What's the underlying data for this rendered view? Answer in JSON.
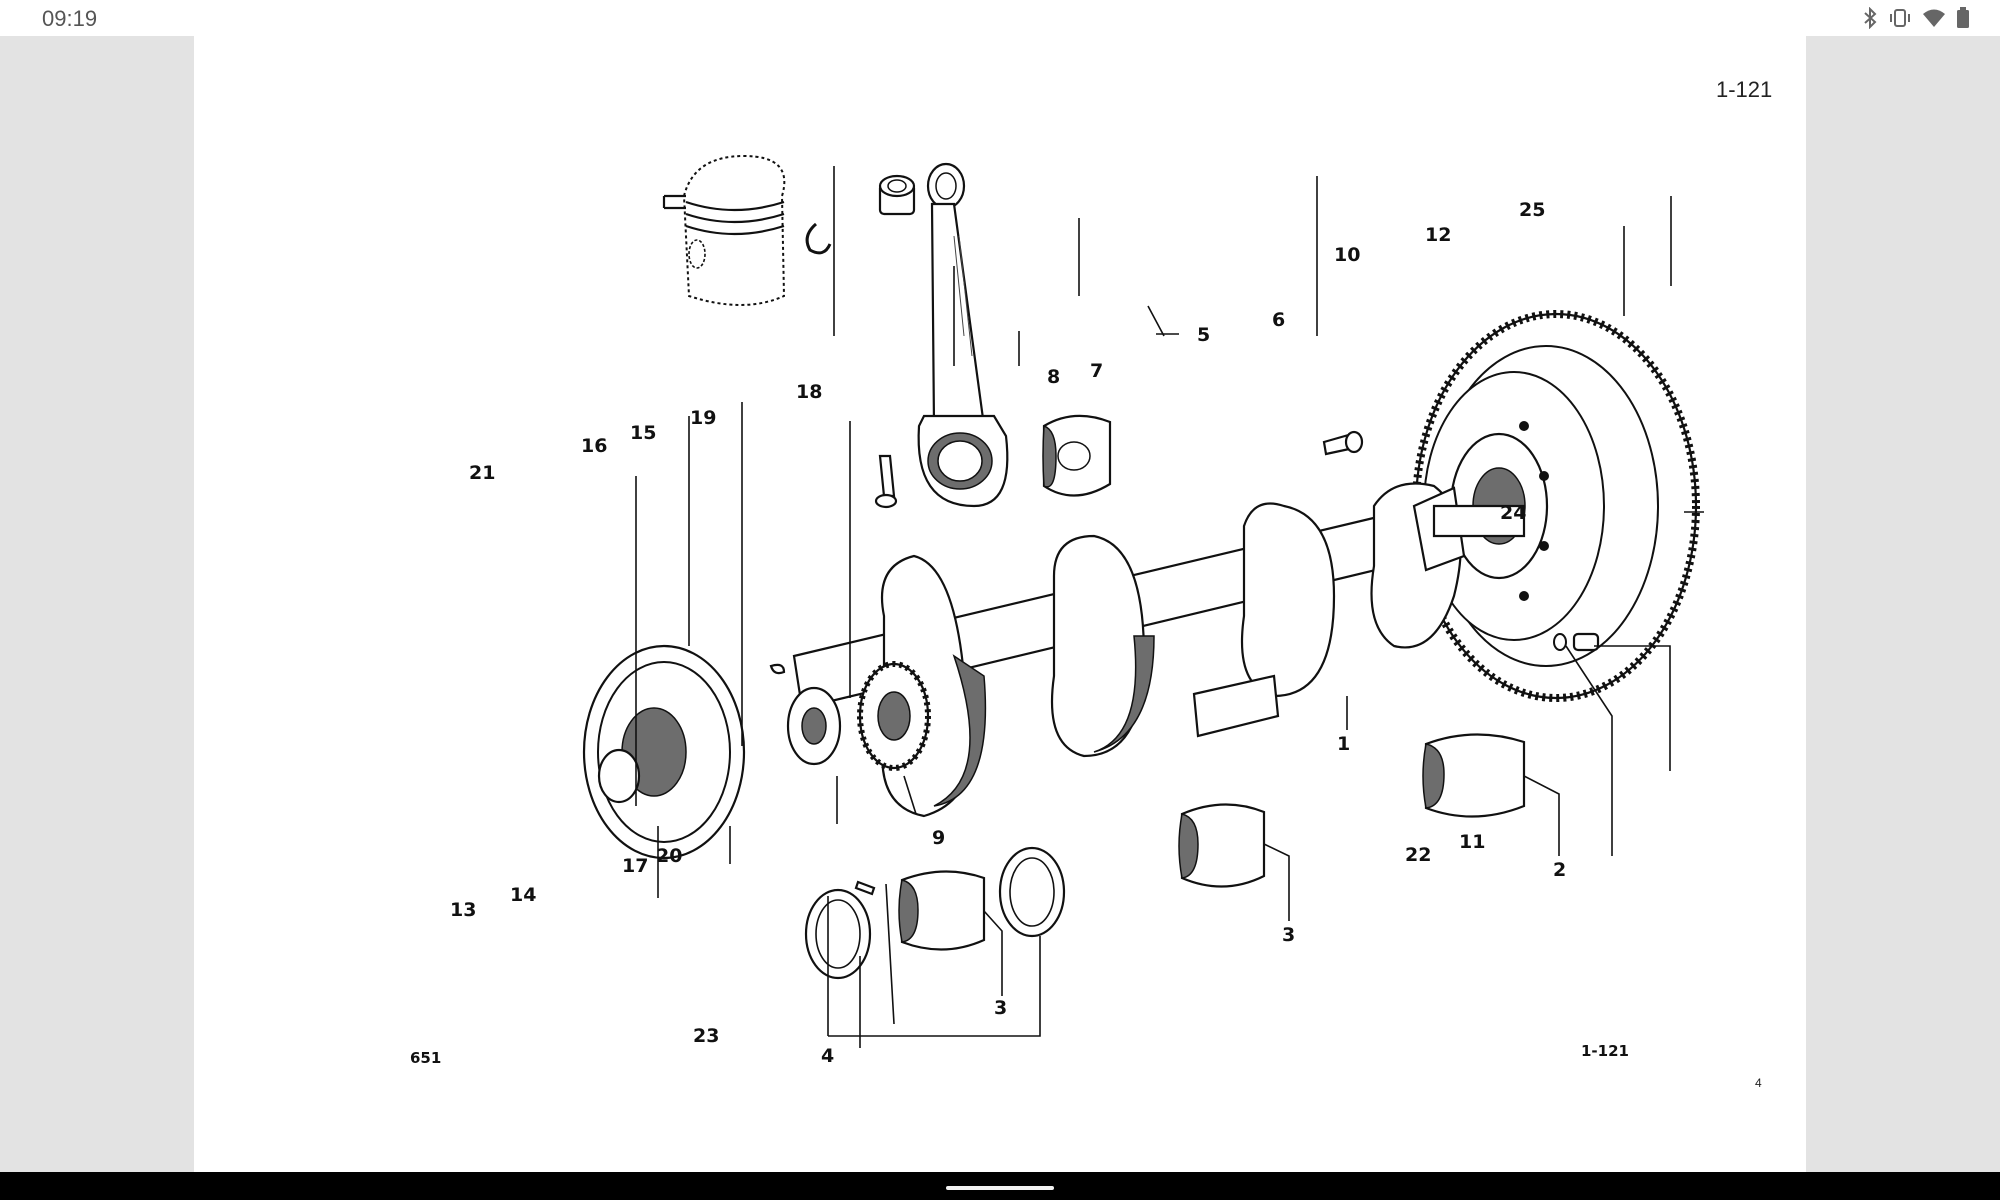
{
  "status_bar": {
    "time": "09:19",
    "icons": [
      "bluetooth-icon",
      "vibrate-icon",
      "wifi-icon",
      "battery-icon"
    ]
  },
  "document": {
    "page_label_top": "1-121",
    "figure_number": "651",
    "figure_label": "1-121",
    "small_mark": "4"
  },
  "callouts": {
    "c1": "1",
    "c2": "2",
    "c3a": "3",
    "c3b": "3",
    "c4": "4",
    "c5": "5",
    "c6": "6",
    "c7": "7",
    "c8": "8",
    "c9": "9",
    "c10": "10",
    "c11": "11",
    "c12": "12",
    "c13": "13",
    "c14": "14",
    "c15": "15",
    "c16": "16",
    "c17": "17",
    "c18": "18",
    "c19": "19",
    "c20": "20",
    "c21": "21",
    "c22": "22",
    "c23": "23",
    "c24": "24",
    "c25": "25"
  }
}
